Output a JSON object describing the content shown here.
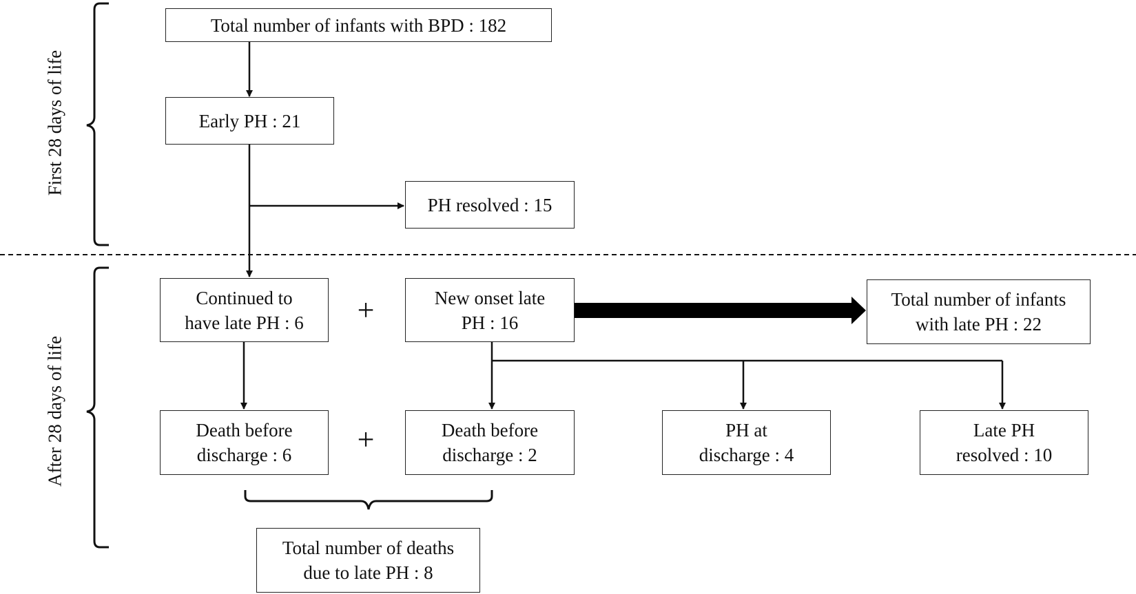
{
  "phases": {
    "first": "First 28 days of life",
    "after": "After 28 days of life"
  },
  "boxes": {
    "total_bpd": [
      "Total number of infants with BPD : 182"
    ],
    "early_ph": [
      "Early PH : 21"
    ],
    "ph_resolved": [
      "PH resolved : 15"
    ],
    "continued_late_ph": [
      "Continued to",
      "have late PH : 6"
    ],
    "new_onset_late_ph": [
      "New onset late",
      "PH : 16"
    ],
    "total_late_ph": [
      "Total number of infants",
      "with late PH : 22"
    ],
    "death_continued": [
      "Death before",
      "discharge : 6"
    ],
    "death_new_onset": [
      "Death before",
      "discharge : 2"
    ],
    "ph_at_discharge": [
      "PH at",
      "discharge : 4"
    ],
    "late_ph_resolved": [
      "Late PH",
      "resolved : 10"
    ],
    "total_deaths": [
      "Total number of deaths",
      "due to late PH : 8"
    ]
  },
  "symbols": {
    "plus": "+"
  }
}
